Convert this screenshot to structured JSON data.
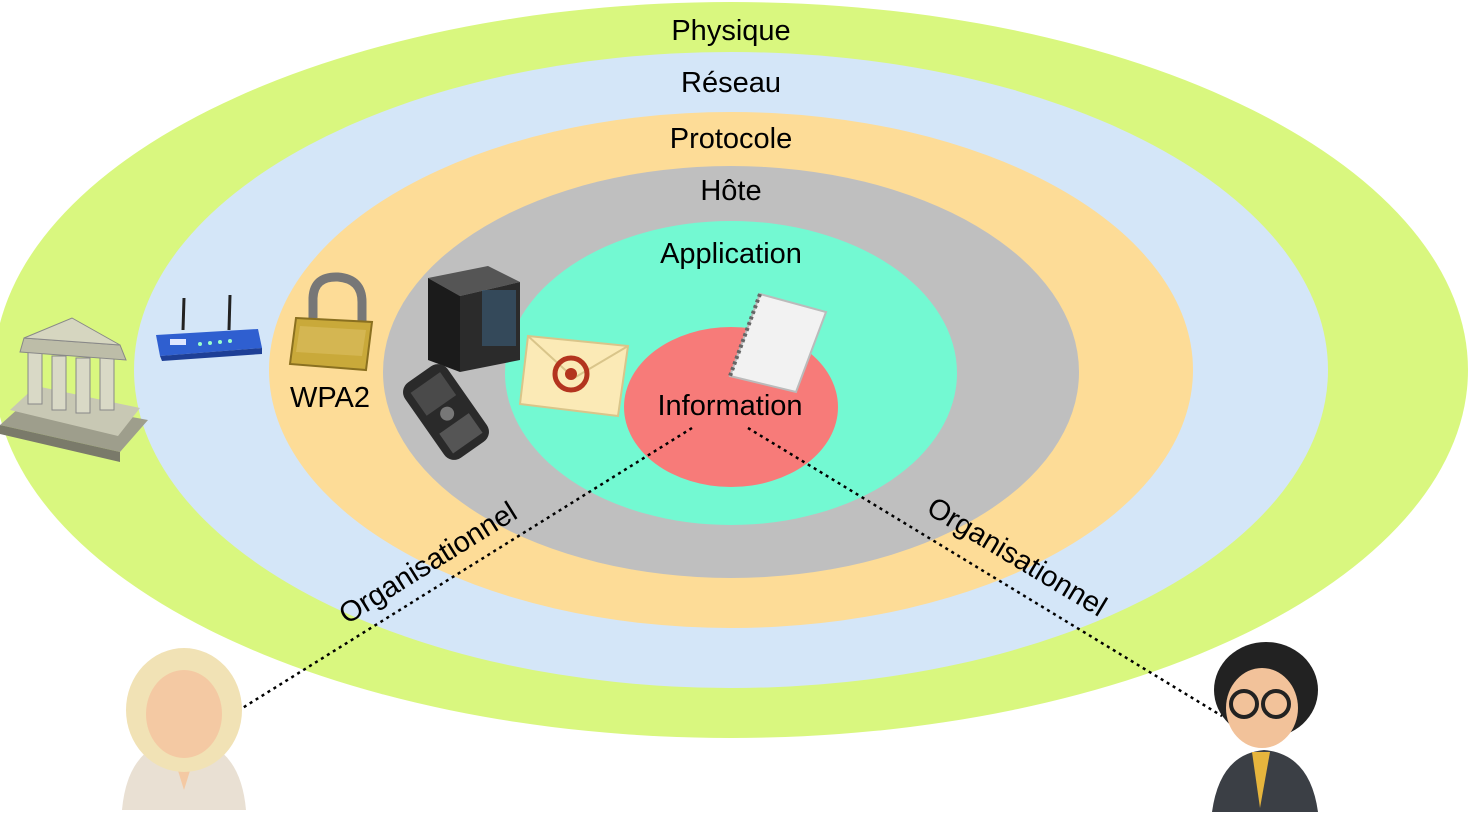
{
  "layers": [
    {
      "label": "Physique",
      "color": "#d9f77f"
    },
    {
      "label": "Réseau",
      "color": "#d4e6f8"
    },
    {
      "label": "Protocole",
      "color": "#fddc97"
    },
    {
      "label": "Hôte",
      "color": "#bfbfbf"
    },
    {
      "label": "Application",
      "color": "#73f9d2"
    },
    {
      "label": "Information",
      "color": "#f77b79"
    }
  ],
  "labels": {
    "wpa2": "WPA2",
    "organisationnel_left": "Organisationnel",
    "organisationnel_right": "Organisationnel"
  },
  "icons": [
    "bank-building-icon",
    "wifi-router-icon",
    "padlock-icon",
    "server-tower-icon",
    "mobile-phone-icon",
    "email-envelope-icon",
    "notepad-icon",
    "user-woman-icon",
    "user-attacker-icon"
  ]
}
